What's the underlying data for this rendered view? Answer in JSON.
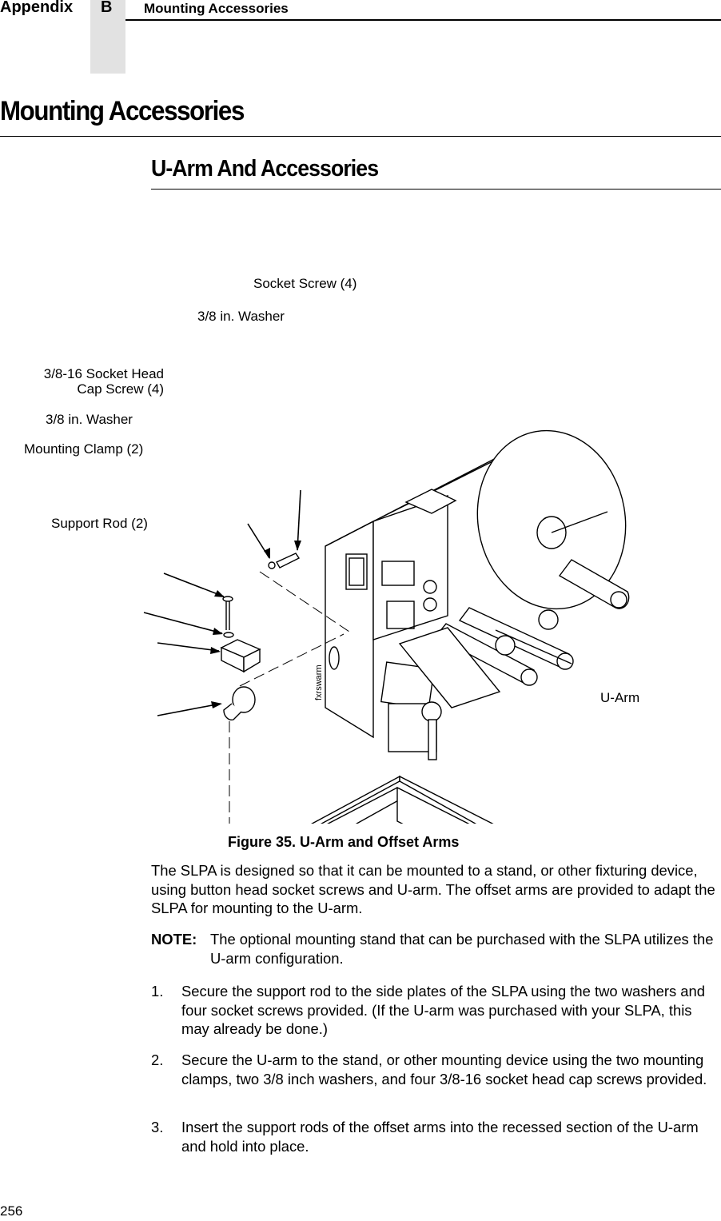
{
  "header": {
    "appendix": "Appendix",
    "appendix_letter": "B",
    "section": "Mounting Accessories"
  },
  "page_title": "Mounting Accessories",
  "section_title": "U-Arm And Accessories",
  "figure": {
    "callouts": {
      "socket_screw": "Socket Screw (4)",
      "washer_top": "3/8 in. Washer",
      "cap_screw_line1": "3/8-16 Socket Head",
      "cap_screw_line2": "Cap Screw (4)",
      "washer_left": "3/8 in. Washer",
      "mounting_clamp": "Mounting Clamp (2)",
      "support_rod": "Support Rod (2)",
      "u_arm": "U-Arm"
    },
    "side_label": "fxrswarm",
    "caption": "Figure 35. U-Arm and Offset Arms"
  },
  "body": {
    "intro": "The SLPA is designed so that it can be mounted to a stand, or other fixturing device, using button head socket screws and U-arm. The offset arms are provided to adapt the SLPA for mounting to the U-arm.",
    "note_label": "NOTE:",
    "note_text": "The optional mounting stand that can be purchased with the SLPA utilizes the U-arm configuration.",
    "steps": [
      {
        "num": "1.",
        "text": "Secure the support rod to the side plates of the SLPA using the two washers and four socket screws provided. (If the U-arm was purchased with your SLPA, this may already be done.)"
      },
      {
        "num": "2.",
        "text": "Secure the U-arm to the stand, or other mounting device using the two mounting clamps, two 3/8 inch washers, and four 3/8-16 socket head cap screws provided."
      },
      {
        "num": "3.",
        "text": "Insert the support rods of the offset arms into the recessed section of the U-arm and hold into place."
      }
    ]
  },
  "page_number": "256"
}
